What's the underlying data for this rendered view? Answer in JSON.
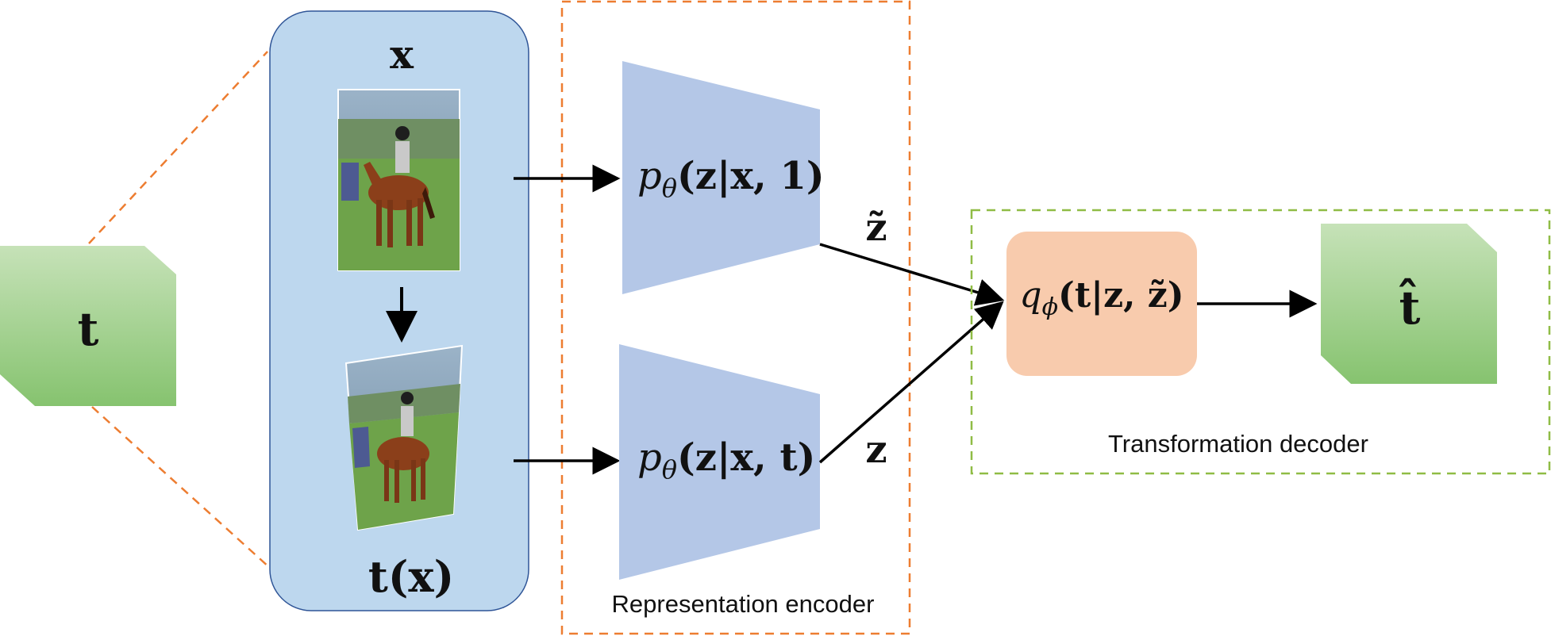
{
  "input_label": "t",
  "image_panel": {
    "top_label": "x",
    "bottom_label": "t(x)"
  },
  "encoder": {
    "caption": "Representation encoder",
    "top_fn": "p",
    "top_fn_sub": "θ",
    "top_args": "(z|x, 1)",
    "bottom_fn": "p",
    "bottom_fn_sub": "θ",
    "bottom_args": "(z|x, t)"
  },
  "outputs": {
    "top": "z̃",
    "bottom": "z"
  },
  "decoder": {
    "caption": "Transformation decoder",
    "fn": "q",
    "fn_sub": "ϕ",
    "args": "(t|z, z̃)"
  },
  "output_label": "t̂",
  "colors": {
    "green_block": "#8ec87c",
    "image_panel": "#bdd7ee",
    "encoder_trapezoid": "#b4c7e7",
    "decoder_box": "#f8cbad",
    "encoder_border": "#ed7d31",
    "decoder_border": "#8fbc45"
  }
}
